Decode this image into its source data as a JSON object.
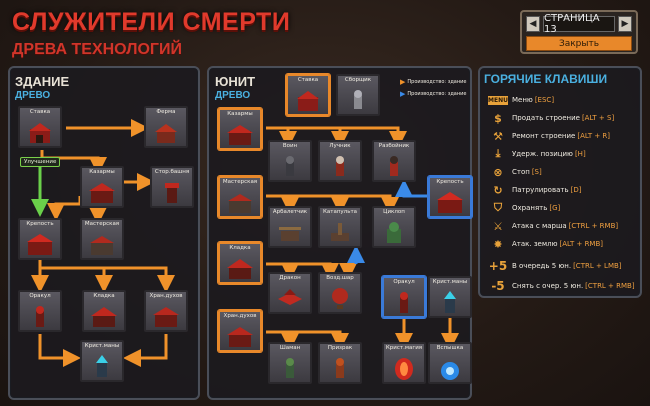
{
  "header": {
    "title": "СЛУЖИТЕЛИ СМЕРТИ",
    "subtitle": "ДРЕВА ТЕХНОЛОГИЙ"
  },
  "pager": {
    "prev": "◀",
    "next": "▶",
    "label": "СТРАНИЦА 13",
    "close": "Закрыть"
  },
  "building_tree": {
    "title": "ЗДАНИЕ",
    "subtitle": "ДРЕВО",
    "items": {
      "stavka": "Ставка",
      "ferma": "Ферма",
      "kazarmy": "Казармы",
      "storbashnya": "Стор.башня",
      "krepost": "Крепость",
      "masterskaya": "Мастерская",
      "orakul": "Оракул",
      "kladka": "Кладка",
      "hranduhov": "Хран.духов",
      "kristmany": "Крист.маны"
    },
    "upgrade_badge": "Улучшение"
  },
  "unit_tree": {
    "title": "ЮНИТ",
    "subtitle": "ДРЕВО",
    "top_cards": {
      "stavka": "Ставка",
      "sbortsik": "Сборщик"
    },
    "legend": {
      "orange": "Производство: здание",
      "blue": "Производство: здание"
    },
    "items": {
      "kazarmy": "Казармы",
      "voin": "Воин",
      "luchnik": "Лучник",
      "razboynik": "Разбойник",
      "krepost": "Крепость",
      "masterskaya": "Мастерская",
      "arbalet": "Арбалетчик",
      "katapulta": "Катапульта",
      "tsiklop": "Циклоп",
      "kladka": "Кладка",
      "drakon": "Дракон",
      "vozdshar": "Возд.шар",
      "orakul": "Оракул",
      "kristmany": "Крист.маны",
      "hranduhov": "Хран.духов",
      "shaman": "Шаман",
      "prizrak": "Призрак",
      "kristmag": "Крист.магия",
      "vspyshka": "Вспышка"
    }
  },
  "hotkeys": {
    "title": "ГОРЯЧИЕ КЛАВИШИ",
    "rows": [
      {
        "icon": "menu-icon",
        "glyph": "MENU",
        "text": "Меню",
        "key": "[ESC]"
      },
      {
        "icon": "sell-icon",
        "glyph": "$",
        "text": "Продать строение",
        "key": "[ALT + S]"
      },
      {
        "icon": "repair-icon",
        "glyph": "⚒",
        "text": "Ремонт строение",
        "key": "[ALT + R]"
      },
      {
        "icon": "hold-icon",
        "glyph": "⤓",
        "text": "Удерж. позицию",
        "key": "[H]"
      },
      {
        "icon": "stop-icon",
        "glyph": "⊗",
        "text": "Стоп",
        "key": "[S]"
      },
      {
        "icon": "patrol-icon",
        "glyph": "↻",
        "text": "Патрулировать",
        "key": "[D]"
      },
      {
        "icon": "guard-icon",
        "glyph": "⛉",
        "text": "Охранять",
        "key": "[G]"
      },
      {
        "icon": "attack-move-icon",
        "glyph": "⚔",
        "text": "Атака с марша",
        "key": "[CTRL + RMB]"
      },
      {
        "icon": "attack-ground-icon",
        "glyph": "✸",
        "text": "Атак. землю",
        "key": "[ALT + RMB]"
      },
      {
        "icon": "queue-plus-icon",
        "glyph": "+5",
        "text": "В очередь 5 юн.",
        "key": "[CTRL + LMB]"
      },
      {
        "icon": "queue-minus-icon",
        "glyph": "-5",
        "text": "Снять с очер. 5 юн.",
        "key": "[CTRL + RMB]"
      }
    ]
  },
  "colors": {
    "title_red": "#e03a2c",
    "arrow_orange": "#f0922a",
    "arrow_blue": "#3a8ae8",
    "arrow_green": "#6ad04a"
  }
}
